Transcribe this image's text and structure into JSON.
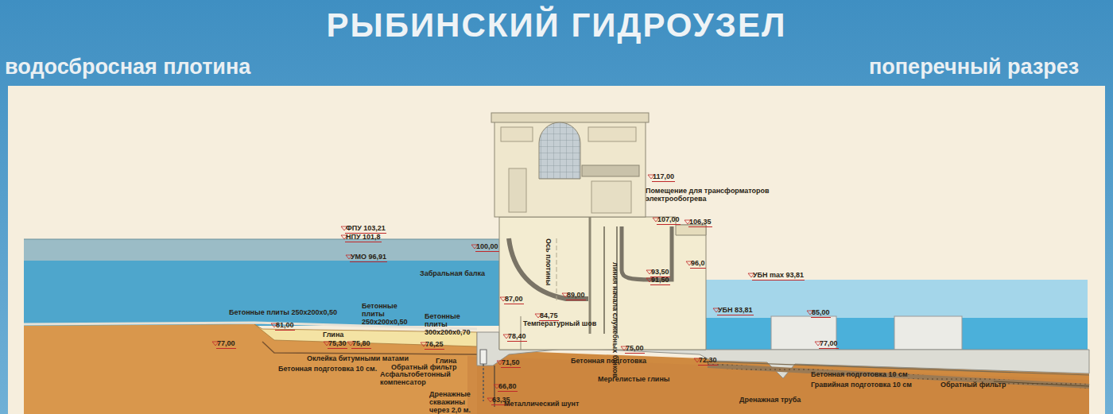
{
  "diagram": {
    "title": "РЫБИНСКИЙ ГИДРОУЗЕЛ",
    "labels": [
      "водосбросная плотина",
      "поперечный разрез",
      "117,00",
      "Помещение для трансформаторов электрообогрева",
      "ФПУ 103,21",
      "НПУ 101,8",
      "107,00",
      "106,35",
      "100,00",
      "УМО 96,91",
      "Ось плотины",
      "93,50",
      "96,0",
      "91,50",
      "Забральная балка",
      "УБН max 93,81",
      "89,00",
      "87,00",
      "линия начала служебных быков",
      "84,75",
      "Температурный шов",
      "Бетонные плиты 250х200х0,50",
      "Бетонные плиты 250х200х0,50",
      "Бетонные плиты 300х200х0,70",
      "УБН 83,81",
      "85,00",
      "81,00",
      "77,00",
      "75,30",
      "75,80",
      "Глина",
      "76,25",
      "78,40",
      "Оклейка битумными матами",
      "Глина",
      "Обратный фильтр",
      "Асфальтобетонный компенсатор",
      "Бетонная подготовка 10 см.",
      "75,00",
      "Бетонная подготовка",
      "72,30",
      "77,00",
      "71,50",
      "Бетонная подготовка 10 см",
      "Гравийная подготовка 10 см",
      "Обратный фильтр",
      "66,80",
      "Мергелистые глины",
      "Дренажные скважины через 2,0 м.",
      "63,35",
      "Металлический шунт",
      "Дренажная труба"
    ]
  }
}
